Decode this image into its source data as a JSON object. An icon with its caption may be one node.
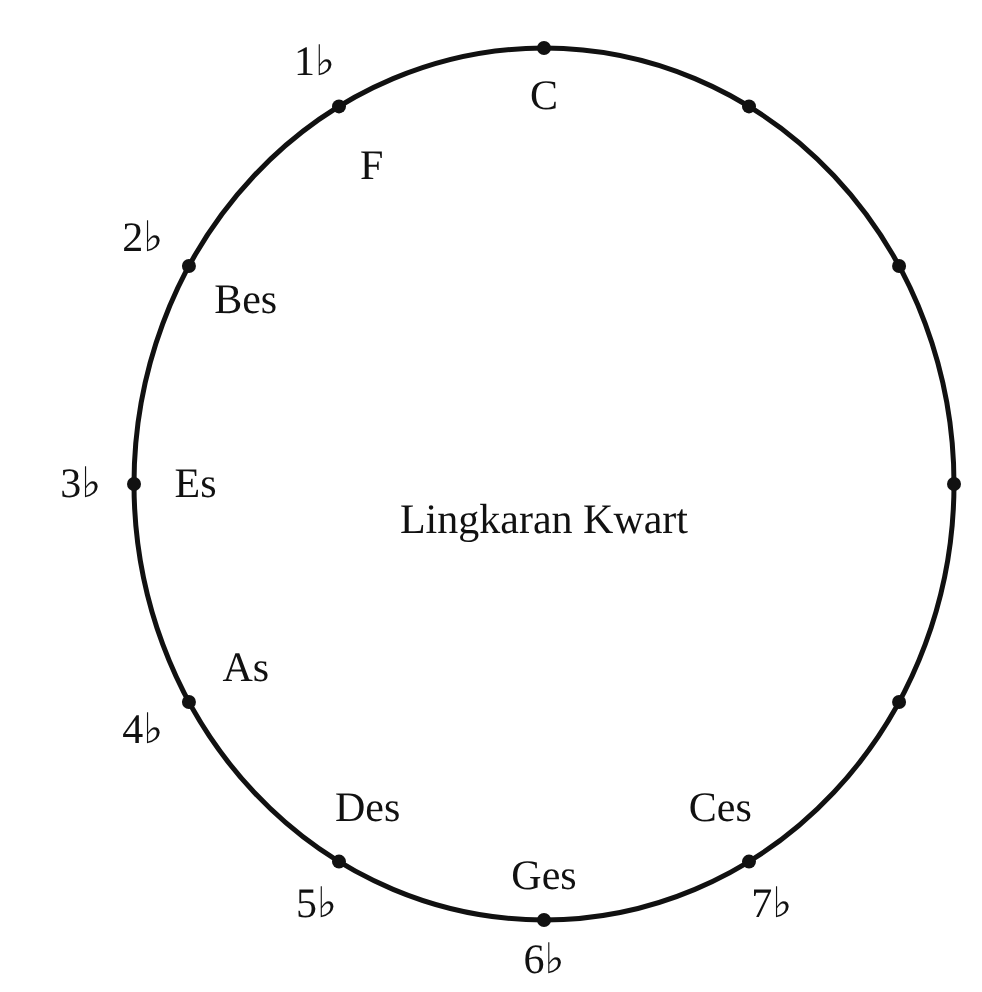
{
  "diagram": {
    "title": "Lingkaran Kwart",
    "labels": [
      "1♭",
      "C",
      "F",
      "2♭",
      "Bes",
      "3♭",
      "Es",
      "4♭",
      "As",
      "Des",
      "Ces",
      "Ges",
      "5♭",
      "7♭",
      "6♭"
    ]
  }
}
